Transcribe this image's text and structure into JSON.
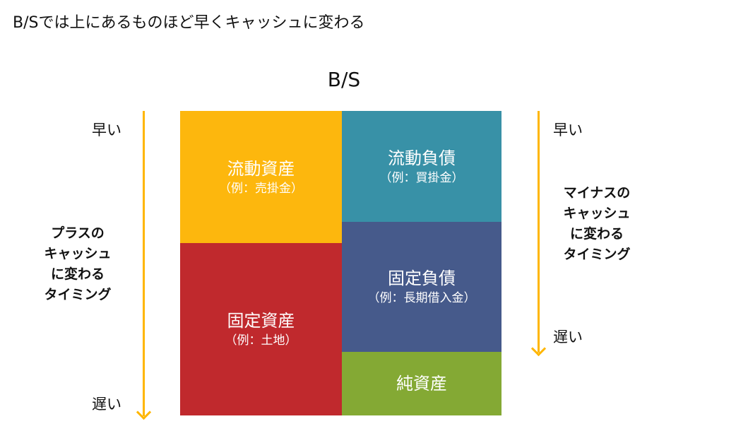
{
  "title": "B/Sでは上にあるものほど早くキャッシュに変わる",
  "diagram_title": "B/S",
  "left_axis": {
    "top": "早い",
    "bottom": "遅い",
    "caption_lines": [
      "プラスの",
      "キャッシュ",
      "に変わる",
      "タイミング"
    ]
  },
  "right_axis": {
    "top": "早い",
    "bottom": "遅い",
    "caption_lines": [
      "マイナスの",
      "キャッシュ",
      "に変わる",
      "タイミング"
    ]
  },
  "boxes": {
    "current_assets": {
      "label": "流動資産",
      "example": "（例：売掛金）",
      "color": "#FDB70D"
    },
    "fixed_assets": {
      "label": "固定資産",
      "example": "（例：土地）",
      "color": "#C0292D"
    },
    "current_liabilities": {
      "label": "流動負債",
      "example": "（例：買掛金）",
      "color": "#3891A7"
    },
    "fixed_liabilities": {
      "label": "固定負債",
      "example": "（例：長期借入金）",
      "color": "#465A8B"
    },
    "net_assets": {
      "label": "純資産",
      "color": "#84A934"
    }
  }
}
